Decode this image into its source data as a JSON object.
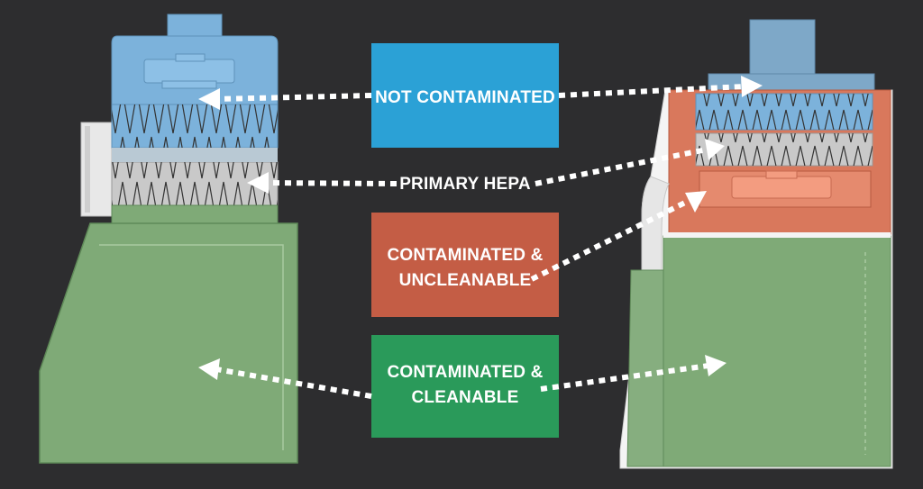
{
  "labels": {
    "not_contaminated": "NOT CONTAMINATED",
    "primary_hepa": "PRIMARY HEPA",
    "uncleanable_line1": "CONTAMINATED &",
    "uncleanable_line2": "UNCLEANABLE",
    "cleanable_line1": "CONTAMINATED &",
    "cleanable_line2": "CLEANABLE"
  },
  "colors": {
    "background": "#2d2d2f",
    "not_contaminated": "#2ba1d6",
    "uncleanable": "#c45d45",
    "cleanable": "#2a9a5a",
    "cabinet_green": "#7faa77",
    "filter_blue": "#7cb2db",
    "hepa_gray": "#c9c9c9",
    "arrow": "#ffffff"
  }
}
